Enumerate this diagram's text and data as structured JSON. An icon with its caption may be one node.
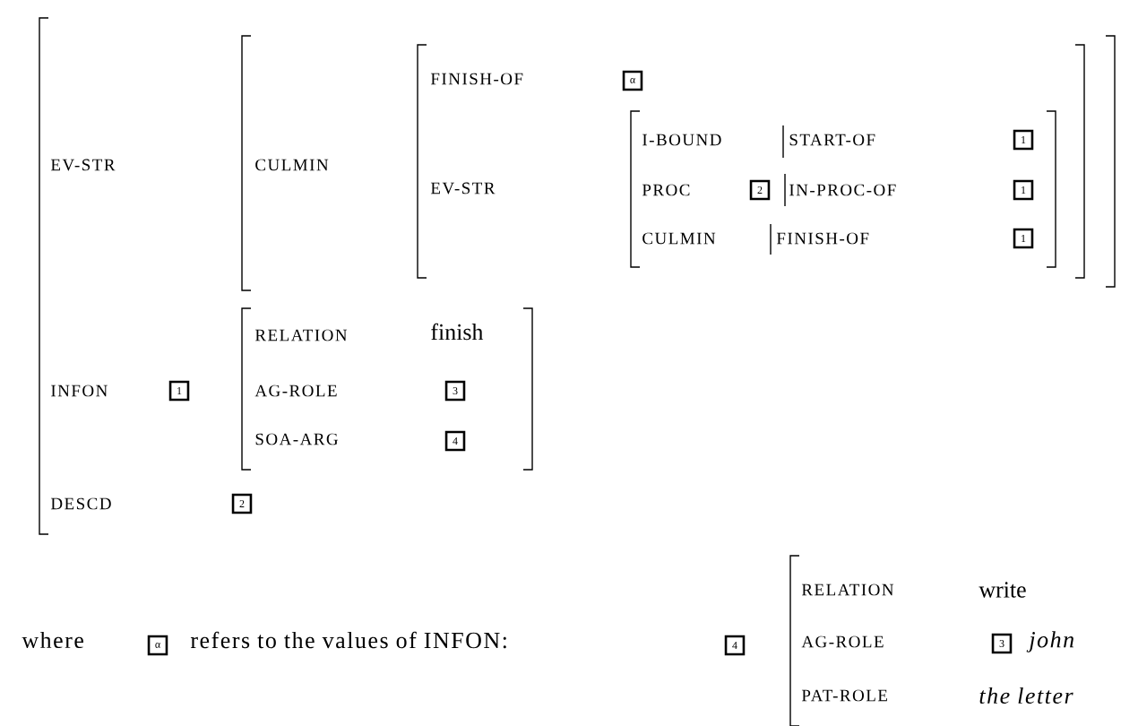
{
  "diagram": {
    "nodes": [
      {
        "text": [
          "α"
        ]
      },
      {
        "text": [
          "1"
        ]
      },
      {
        "text": [
          "2"
        ]
      },
      {
        "text": [
          "1"
        ]
      },
      {
        "text": [
          "1"
        ]
      },
      {
        "text": [
          "1"
        ]
      },
      {
        "text": [
          "3"
        ]
      },
      {
        "text": [
          "4"
        ]
      },
      {
        "text": [
          "2"
        ]
      },
      {
        "text": [
          "α"
        ]
      },
      {
        "text": [
          "4"
        ]
      },
      {
        "text": [
          "3"
        ]
      }
    ],
    "labels": [
      "EV-STR",
      "CULMIN",
      "FINISH-OF",
      "EV-STR",
      "I-BOUND",
      "START-OF",
      "PROC",
      "IN-PROC-OF",
      "CULMIN",
      "FINISH-OF",
      "INFON",
      "RELATION",
      "finish",
      "AG-ROLE",
      "SOA-ARG",
      "DESCD",
      "where",
      "refers to the values of INFON:",
      "RELATION",
      "write",
      "AG-ROLE",
      "john",
      "PAT-ROLE",
      "the letter"
    ]
  }
}
